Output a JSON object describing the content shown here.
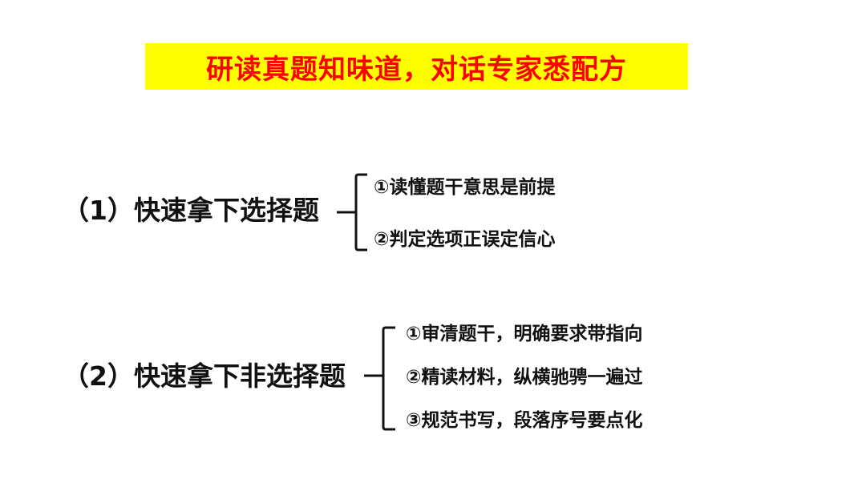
{
  "title": "研读真题知味道，对话专家悉配方",
  "colors": {
    "title_bg": "#ffff00",
    "title_text": "#ff0000",
    "text": "#111111"
  },
  "sections": [
    {
      "label": "（1）快速拿下选择题",
      "items": [
        "①读懂题干意思是前提",
        "②判定选项正误定信心"
      ]
    },
    {
      "label": "（2）快速拿下非选择题",
      "items": [
        "①审清题干，明确要求带指向",
        "②精读材料，纵横驰骋一遍过",
        "③规范书写，段落序号要点化"
      ]
    }
  ]
}
